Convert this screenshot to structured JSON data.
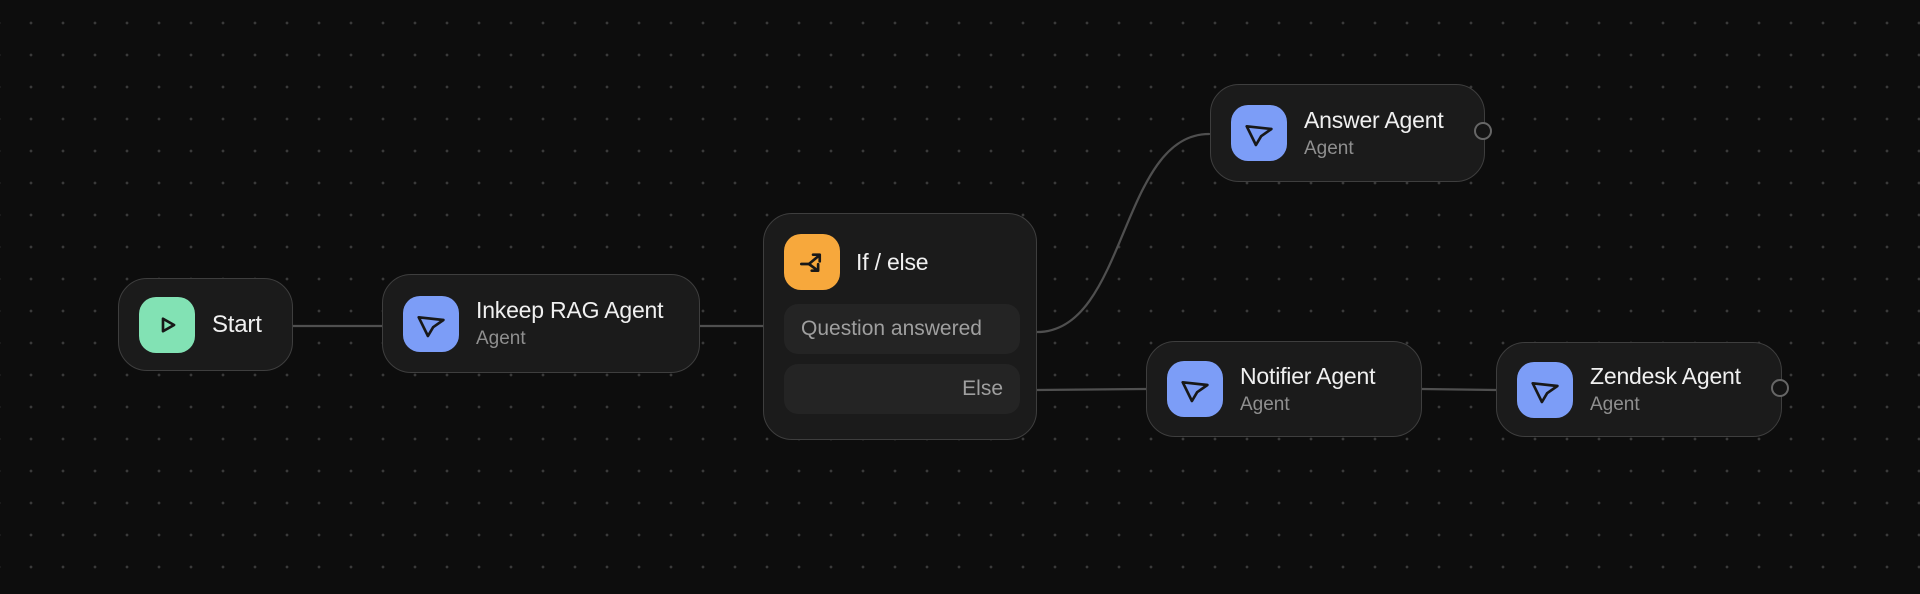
{
  "colors": {
    "bg": "#0d0d0d",
    "dot": "#3a3a3a",
    "card": "#1b1b1b",
    "card_border": "#3e3e3e",
    "pill": "#242424",
    "edge": "#4f4f4f",
    "title": "#f0f0f0",
    "subtitle": "#8f8f8f",
    "pill_text": "#9f9f9f",
    "handle_border": "#666666",
    "green": "#82e2b4",
    "blue": "#7c9df7",
    "orange": "#f7a83c"
  },
  "nodes": {
    "start": {
      "title": "Start",
      "icon": "play-icon",
      "icon_color": "#82e2b4"
    },
    "rag": {
      "title": "Inkeep RAG Agent",
      "subtitle": "Agent",
      "icon": "cursor-icon",
      "icon_color": "#7c9df7"
    },
    "ifelse": {
      "title": "If / else",
      "icon": "branch-icon",
      "icon_color": "#f7a83c",
      "branches": [
        {
          "label": "Question answered"
        },
        {
          "label": "Else"
        }
      ]
    },
    "answer": {
      "title": "Answer Agent",
      "subtitle": "Agent",
      "icon": "cursor-icon",
      "icon_color": "#7c9df7"
    },
    "notifier": {
      "title": "Notifier Agent",
      "subtitle": "Agent",
      "icon": "cursor-icon",
      "icon_color": "#7c9df7"
    },
    "zendesk": {
      "title": "Zendesk Agent",
      "subtitle": "Agent",
      "icon": "cursor-icon",
      "icon_color": "#7c9df7"
    }
  },
  "edges": [
    {
      "from": "start",
      "to": "rag"
    },
    {
      "from": "rag",
      "to": "ifelse"
    },
    {
      "from": "ifelse:question-answered",
      "to": "answer"
    },
    {
      "from": "ifelse:else",
      "to": "notifier"
    },
    {
      "from": "notifier",
      "to": "zendesk"
    }
  ]
}
